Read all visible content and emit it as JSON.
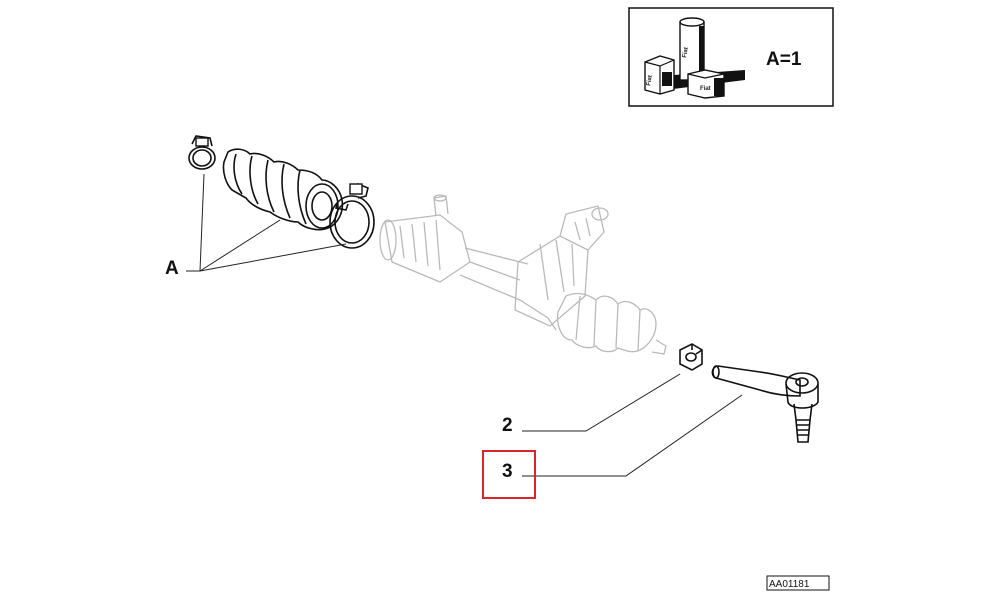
{
  "legend": {
    "text": "A=1",
    "brand_text": "Fiat"
  },
  "callouts": {
    "a": "A",
    "two": "2",
    "three": "3"
  },
  "highlight_color": "#d9262b",
  "reference_code": "AA01181"
}
